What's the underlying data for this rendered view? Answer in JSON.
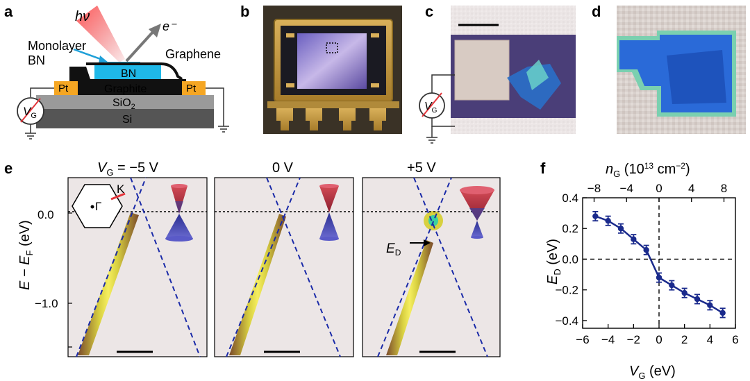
{
  "panels": {
    "a": {
      "label": "a",
      "hv": "hν",
      "electron": "e⁻",
      "monolayer_line1": "Monolayer",
      "monolayer_line2": "BN",
      "graphene": "Graphene",
      "bn": "BN",
      "graphite": "Graphite",
      "pt_left": "Pt",
      "pt_right": "Pt",
      "sio2_main": "SiO",
      "sio2_sub": "2",
      "si": "Si",
      "vg_main": "V",
      "vg_sub": "G"
    },
    "b": {
      "label": "b"
    },
    "c": {
      "label": "c",
      "vg_main": "V",
      "vg_sub": "G"
    },
    "d": {
      "label": "d"
    },
    "e": {
      "label": "e",
      "titles": [
        "V",
        "G",
        " = −5 V",
        "0 V",
        "+5 V"
      ],
      "ylabel_main": "E − E",
      "ylabel_sub": "F",
      "ylabel_unit": " (eV)",
      "yticks": [
        "0.0",
        "−1.0"
      ],
      "bz_K": "K",
      "bz_Gamma": "Γ",
      "ed_main": "E",
      "ed_sub": "D"
    },
    "f": {
      "label": "f"
    }
  },
  "chart_data": {
    "type": "scatter",
    "title": "",
    "xlabel": "V_G (eV)",
    "ylabel": "E_D (eV)",
    "top_xlabel": "n_G (10^13 cm^-2)",
    "xlim": [
      -6,
      6
    ],
    "ylim": [
      -0.45,
      0.4
    ],
    "xticks": [
      "−6",
      "−4",
      "−2",
      "0",
      "2",
      "4",
      "6"
    ],
    "yticks": [
      "0.4",
      "0.2",
      "0.0",
      "−0.2",
      "−0.4"
    ],
    "top_ticks": [
      "−8",
      "−4",
      "0",
      "4",
      "8"
    ],
    "top_tick_values": [
      -8,
      -4,
      0,
      4,
      8
    ],
    "x": [
      -5,
      -4,
      -3,
      -2,
      -1,
      0,
      1,
      2,
      3,
      4,
      5
    ],
    "y": [
      0.28,
      0.25,
      0.2,
      0.13,
      0.06,
      -0.12,
      -0.17,
      -0.22,
      -0.26,
      -0.3,
      -0.35
    ],
    "yerr": 0.03,
    "color": "#1a2a8c",
    "ref_lines": {
      "x": 0,
      "y": 0,
      "style": "dashed"
    }
  },
  "colors": {
    "bn_blue": "#1fb8e8",
    "pt_orange": "#f5a623",
    "graphite_black": "#111111",
    "sio2_gray": "#9a9a9a",
    "si_dark": "#555555",
    "laser_red": "#e3343a",
    "dirac_blue": "#1a2aa8",
    "cone_red": "#c8303a"
  }
}
